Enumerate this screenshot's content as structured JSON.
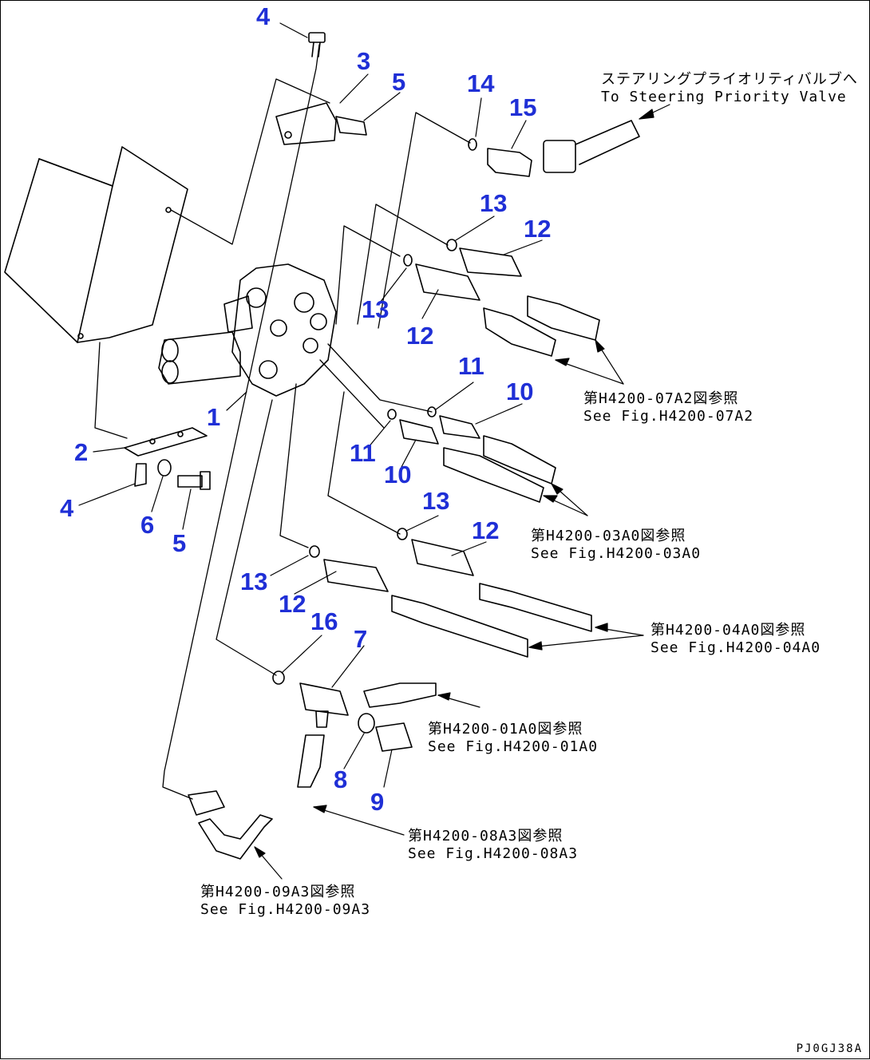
{
  "callouts": [
    {
      "id": "c1",
      "text": "1"
    },
    {
      "id": "c2",
      "text": "2"
    },
    {
      "id": "c3",
      "text": "3"
    },
    {
      "id": "c4a",
      "text": "4"
    },
    {
      "id": "c4b",
      "text": "4"
    },
    {
      "id": "c5a",
      "text": "5"
    },
    {
      "id": "c5b",
      "text": "5"
    },
    {
      "id": "c6",
      "text": "6"
    },
    {
      "id": "c7",
      "text": "7"
    },
    {
      "id": "c8",
      "text": "8"
    },
    {
      "id": "c9",
      "text": "9"
    },
    {
      "id": "c10a",
      "text": "10"
    },
    {
      "id": "c10b",
      "text": "10"
    },
    {
      "id": "c11a",
      "text": "11"
    },
    {
      "id": "c11b",
      "text": "11"
    },
    {
      "id": "c12a",
      "text": "12"
    },
    {
      "id": "c12b",
      "text": "12"
    },
    {
      "id": "c12c",
      "text": "12"
    },
    {
      "id": "c12d",
      "text": "12"
    },
    {
      "id": "c13a",
      "text": "13"
    },
    {
      "id": "c13b",
      "text": "13"
    },
    {
      "id": "c13c",
      "text": "13"
    },
    {
      "id": "c13d",
      "text": "13"
    },
    {
      "id": "c14",
      "text": "14"
    },
    {
      "id": "c15",
      "text": "15"
    },
    {
      "id": "c16",
      "text": "16"
    }
  ],
  "annotations": {
    "steering": {
      "jp": "ステアリングプライオリティバルブへ",
      "en": "To Steering Priority Valve"
    },
    "fig07a2": {
      "jp": "第H4200-07A2図参照",
      "en": "See Fig.H4200-07A2"
    },
    "fig03a0": {
      "jp": "第H4200-03A0図参照",
      "en": "See Fig.H4200-03A0"
    },
    "fig04a0": {
      "jp": "第H4200-04A0図参照",
      "en": "See Fig.H4200-04A0"
    },
    "fig01a0": {
      "jp": "第H4200-01A0図参照",
      "en": "See Fig.H4200-01A0"
    },
    "fig08a3": {
      "jp": "第H4200-08A3図参照",
      "en": "See Fig.H4200-08A3"
    },
    "fig09a3": {
      "jp": "第H4200-09A3図参照",
      "en": "See Fig.H4200-09A3"
    }
  },
  "drawing_code": "PJ0GJ38A",
  "colors": {
    "callout": "#1f2fd6",
    "line": "#000000",
    "background": "#ffffff"
  }
}
